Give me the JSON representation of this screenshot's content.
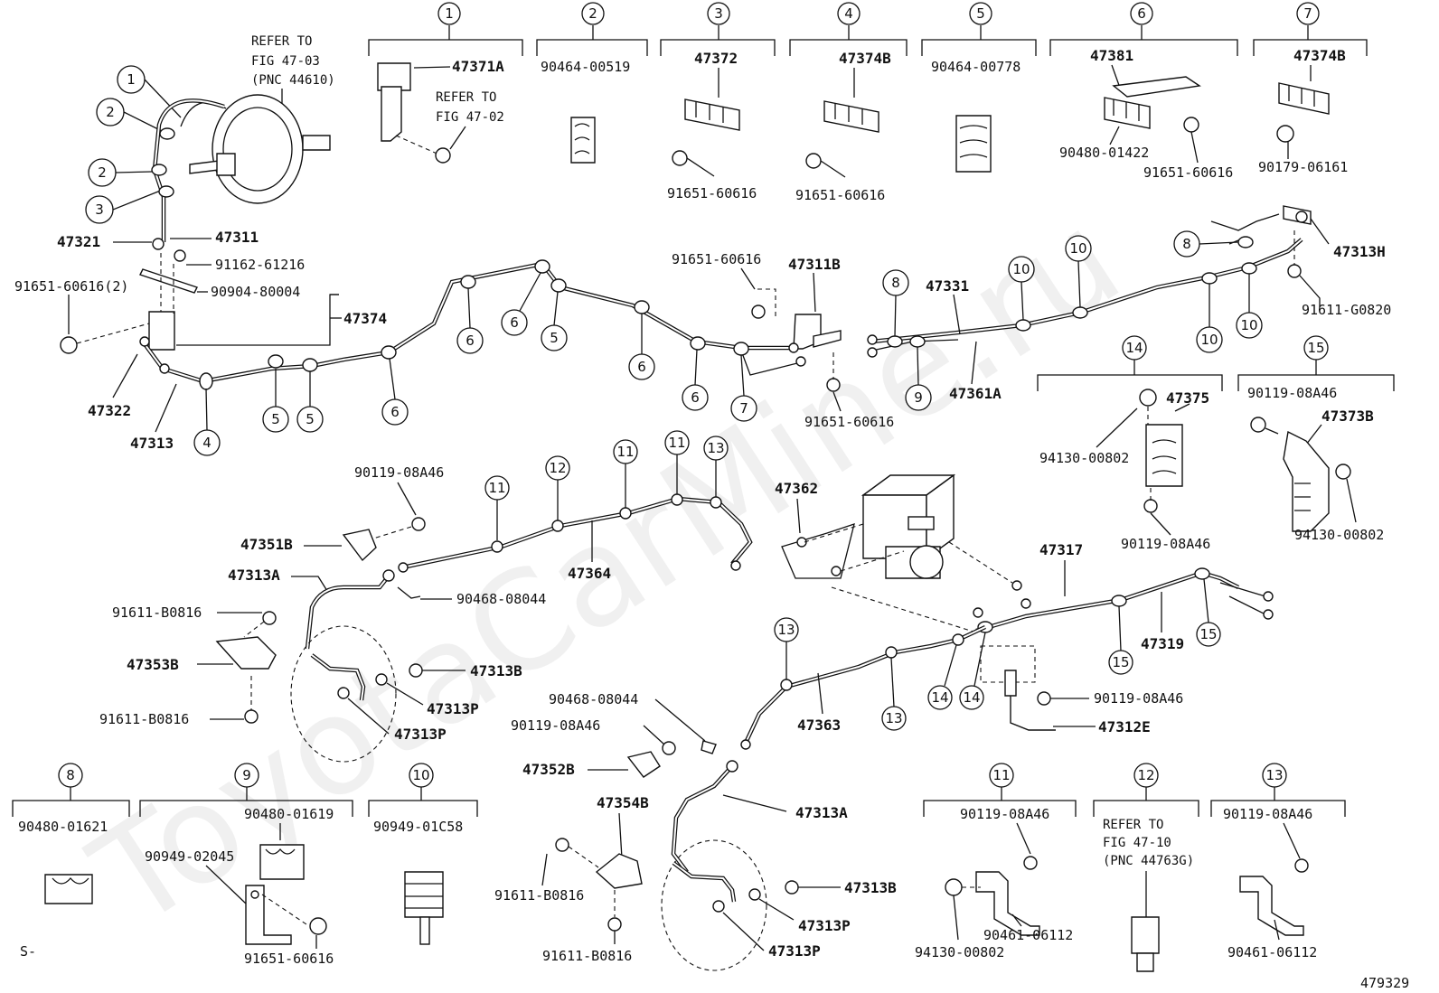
{
  "watermark": "ToyotaCarMine.ru",
  "corner_mark": "S-",
  "figure_number": "479329",
  "refer_notes": {
    "booster": [
      "REFER TO",
      "FIG 47-03",
      "(PNC 44610)"
    ],
    "item1": [
      "REFER TO",
      "FIG 47-02"
    ],
    "item12": [
      "REFER TO",
      "FIG 47-10",
      "(PNC 44763G)"
    ]
  },
  "clip_headers": {
    "h1": "1",
    "h2": "2",
    "h3": "3",
    "h4": "4",
    "h5": "5",
    "h6": "6",
    "h7": "7",
    "h8": "8",
    "h9": "9",
    "h10": "10",
    "h11": "11",
    "h12": "12",
    "h13": "13",
    "h14": "14",
    "h15": "15"
  },
  "parts": {
    "p47371A": "47371A",
    "p90464_00519": "90464-00519",
    "p47372": "47372",
    "p47374B_a": "47374B",
    "p90464_00778": "90464-00778",
    "p47381": "47381",
    "p47374B_b": "47374B",
    "p91651_60616_a": "91651-60616",
    "p91651_60616_b": "91651-60616",
    "p90480_01422": "90480-01422",
    "p91651_60616_c": "91651-60616",
    "p90179_06161": "90179-06161",
    "p47321": "47321",
    "p47311": "47311",
    "p91162_61216": "91162-61216",
    "p91651_60616_2": "91651-60616(2)",
    "p90904_80004": "90904-80004",
    "p47374": "47374",
    "p47322": "47322",
    "p47313": "47313",
    "p91651_60616_d": "91651-60616",
    "p47311B": "47311B",
    "p47331": "47331",
    "p91651_60616_e": "91651-60616",
    "p47361A": "47361A",
    "p47313H": "47313H",
    "p91611_G0820": "91611-G0820",
    "p47375": "47375",
    "p94130_00802_a": "94130-00802",
    "p90119_08A46_a": "90119-08A46",
    "p90119_08A46_b": "90119-08A46",
    "p47373B": "47373B",
    "p94130_00802_b": "94130-00802",
    "p90119_08A46_c": "90119-08A46",
    "p47351B": "47351B",
    "p47364": "47364",
    "p47362": "47362",
    "p47313A_a": "47313A",
    "p90468_08044_a": "90468-08044",
    "p91611_B0816_a": "91611-B0816",
    "p47353B": "47353B",
    "p91611_B0816_b": "91611-B0816",
    "p47313B_a": "47313B",
    "p47313P_a": "47313P",
    "p47313P_b": "47313P",
    "p47317": "47317",
    "p47319": "47319",
    "p90119_08A46_d": "90119-08A46",
    "p47312E": "47312E",
    "p47363": "47363",
    "p90468_08044_b": "90468-08044",
    "p90119_08A46_e": "90119-08A46",
    "p47352B": "47352B",
    "p47354B": "47354B",
    "p47313A_b": "47313A",
    "p91611_B0816_c": "91611-B0816",
    "p47313B_b": "47313B",
    "p47313P_c": "47313P",
    "p91611_B0816_d": "91611-B0816",
    "p47313P_d": "47313P",
    "p90480_01621": "90480-01621",
    "p90480_01619": "90480-01619",
    "p90949_02045": "90949-02045",
    "p91651_60616_f": "91651-60616",
    "p90949_01C58": "90949-01C58",
    "p90119_08A46_f": "90119-08A46",
    "p94130_00802_c": "94130-00802",
    "p90461_06112_a": "90461-06112",
    "p90119_08A46_g": "90119-08A46",
    "p90461_06112_b": "90461-06112"
  },
  "callouts": {
    "c1": "1",
    "c2a": "2",
    "c2b": "2",
    "c3": "3",
    "c4": "4",
    "c5a": "5",
    "c5b": "5",
    "c6a": "6",
    "c6b": "6",
    "c5c": "5",
    "c6c": "6",
    "c6d": "6",
    "c6e": "6",
    "c7": "7",
    "c8": "8",
    "c9": "9",
    "c10a": "10",
    "c10b": "10",
    "c10c": "10",
    "c10d": "10",
    "c8b": "8",
    "c11a": "11",
    "c12": "12",
    "c11b": "11",
    "c11c": "11",
    "c13a": "13",
    "c13b": "13",
    "c13c": "13",
    "c14a": "14",
    "c14b": "14",
    "c15a": "15",
    "c15b": "15"
  }
}
